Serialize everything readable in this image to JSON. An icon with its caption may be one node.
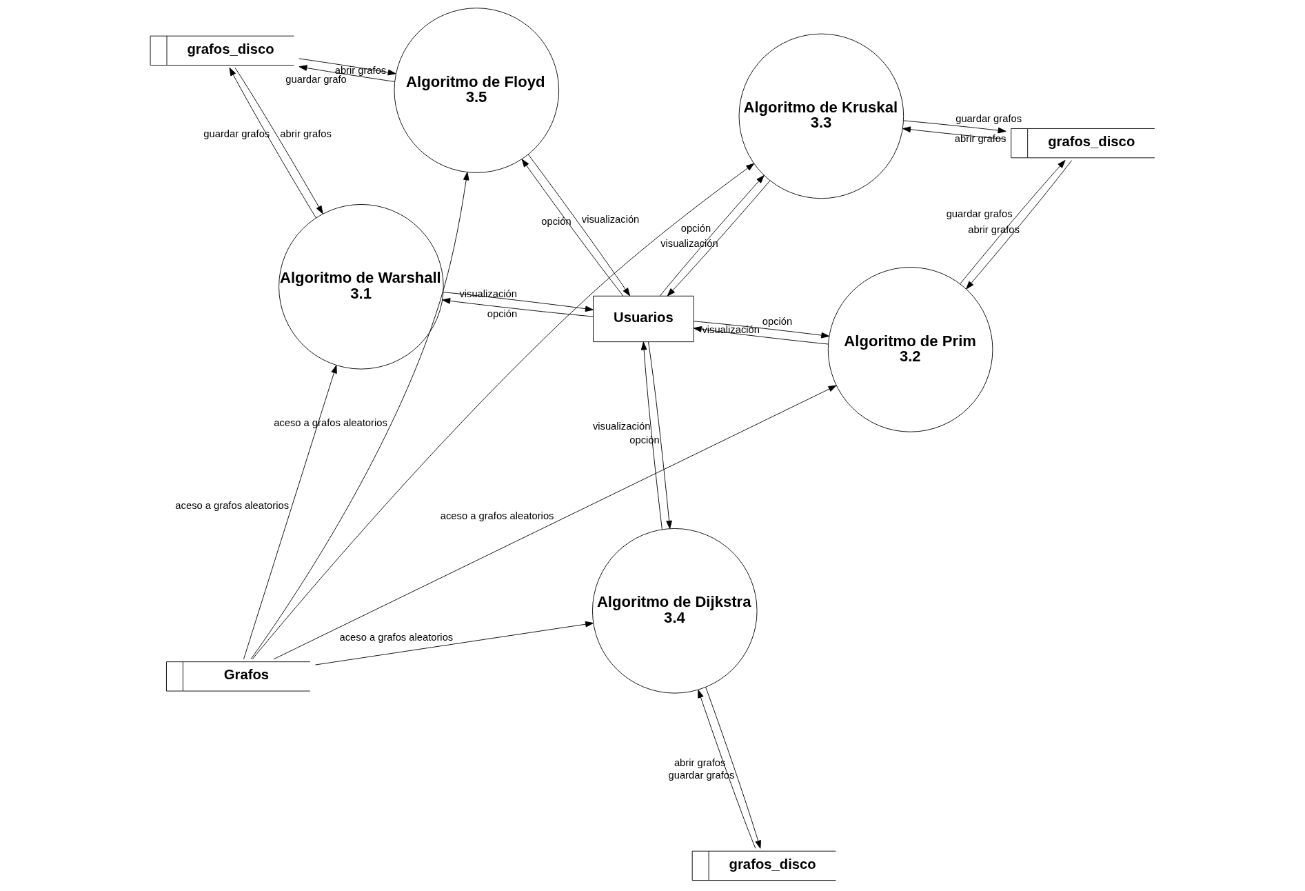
{
  "diagram": {
    "nodes": [
      {
        "text": [
          "Algoritmo de Warshall",
          "3.1"
        ]
      },
      {
        "text": [
          "grafos_disco"
        ]
      },
      {
        "text": [
          "Algoritmo de Prim",
          "3.2"
        ]
      },
      {
        "text": [
          "grafos_disco"
        ]
      },
      {
        "text": [
          "Usuarios"
        ]
      },
      {
        "text": [
          "Algoritmo de Kruskal",
          "3.3"
        ]
      },
      {
        "text": [
          "Grafos"
        ]
      },
      {
        "text": [
          "Algoritmo de Dijkstra",
          "3.4"
        ]
      },
      {
        "text": [
          "grafos_disco"
        ]
      },
      {
        "text": [
          "Algoritmo de Floyd",
          "3.5"
        ]
      }
    ],
    "edges": [
      {
        "from": 6,
        "to": 0,
        "arrow": "to",
        "label": "aceso a grafos aleatorios"
      },
      {
        "from": 2,
        "to": 1,
        "arrow": "to",
        "label": "guardar grafos"
      },
      {
        "from": 1,
        "to": 2,
        "arrow": "to",
        "label": "abrir grafos"
      },
      {
        "from": 5,
        "to": 1,
        "arrow": "to",
        "label": "guardar grafos"
      },
      {
        "from": 1,
        "to": 5,
        "arrow": "to",
        "label": "abrir grafos"
      },
      {
        "from": 6,
        "to": 2,
        "arrow": "to",
        "label": "aceso a grafos aleatorios"
      },
      {
        "from": 3,
        "to": 0,
        "arrow": "to",
        "label": "abrir grafos"
      },
      {
        "from": 0,
        "to": 3,
        "arrow": "to",
        "label": "guardar grafos"
      },
      {
        "from": 0,
        "to": 4,
        "arrow": "to",
        "label": "visualización"
      },
      {
        "from": 4,
        "to": 0,
        "arrow": "to",
        "label": "opción"
      },
      {
        "from": 4,
        "to": 2,
        "arrow": "to",
        "label": "opción"
      },
      {
        "from": 2,
        "to": 4,
        "arrow": "to",
        "label": "visualización"
      },
      {
        "from": 4,
        "to": 5,
        "arrow": "to",
        "label": "opción"
      },
      {
        "from": 5,
        "to": 4,
        "arrow": "to",
        "label": "visualización"
      },
      {
        "from": 6,
        "to": 5,
        "arrow": "to"
      },
      {
        "from": 4,
        "to": 7,
        "arrow": "to",
        "label": "opción"
      },
      {
        "from": 7,
        "to": 4,
        "arrow": "to",
        "label": "visualización"
      },
      {
        "from": 3,
        "to": 9,
        "arrow": "to",
        "label": "abrir grafos"
      },
      {
        "from": 9,
        "to": 3,
        "arrow": "to",
        "label": "guardar grafo"
      },
      {
        "from": 4,
        "to": 9,
        "arrow": "to",
        "label": "opción"
      },
      {
        "from": 9,
        "to": 4,
        "arrow": "to",
        "label": "visualización"
      },
      {
        "from": 6,
        "to": 7,
        "arrow": "to",
        "label": "aceso a grafos aleatorios"
      },
      {
        "from": 7,
        "to": 8,
        "arrow": "to",
        "label": "guardar grafos"
      },
      {
        "from": 8,
        "to": 7,
        "arrow": "to",
        "label": "abrir grafos"
      },
      {
        "from": 6,
        "to": 9,
        "arrow": "to",
        "label": "aceso a grafos aleatorios"
      }
    ]
  }
}
